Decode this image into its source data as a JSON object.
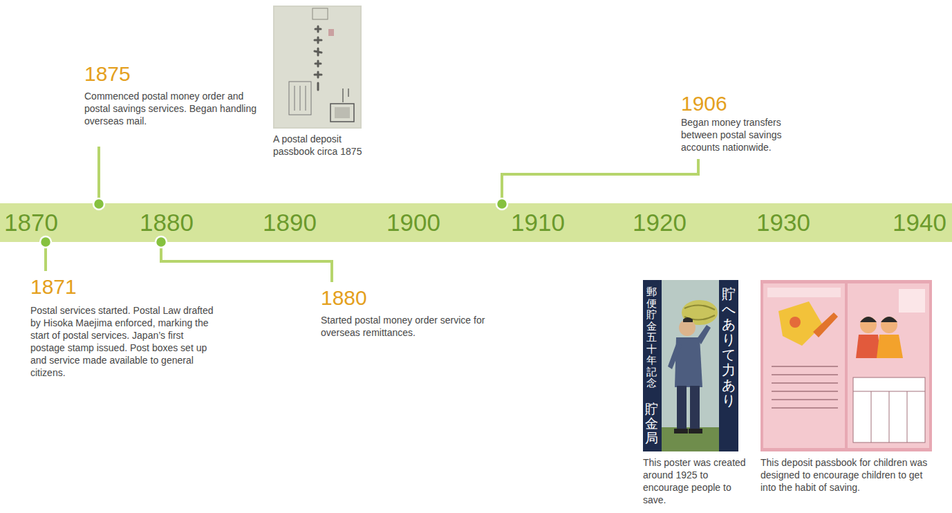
{
  "diagram": {
    "nodes": [
      {
        "text": [
          "1870",
          "1880",
          "1890",
          "1900",
          "1910",
          "1920",
          "1930",
          "1940"
        ]
      }
    ],
    "labels": [
      "1875",
      "Commenced postal money order and postal savings services. Began handling overseas mail.",
      "A postal deposit passbook circa 1875",
      "1906",
      "Began money transfers between postal savings accounts nationwide.",
      "1871",
      "Postal services started. Postal Law drafted by Hisoka Maejima enforced, marking the start of postal services. Japan’s first postage stamp issued. Post boxes set up and service made available to general citizens.",
      "1880",
      "Started postal money order service for overseas remittances.",
      "郵便貯金五十年記念",
      "貯へありて力あり",
      "貯金局",
      "This poster was created around 1925 to encourage people to save.",
      "This deposit passbook for children was designed to encourage children to get into the habit of saving."
    ]
  }
}
